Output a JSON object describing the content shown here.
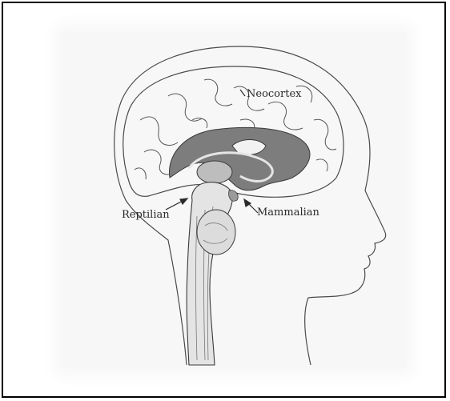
{
  "labels": {
    "neocortex": "Neocortex",
    "reptilian": "Reptilian",
    "mammalian": "Mammalian"
  },
  "colors": {
    "line": "#3a3a3a",
    "shade_dark": "#7d7d7d",
    "shade_mid": "#bdbdbd",
    "paper": "#f7f7f7"
  }
}
